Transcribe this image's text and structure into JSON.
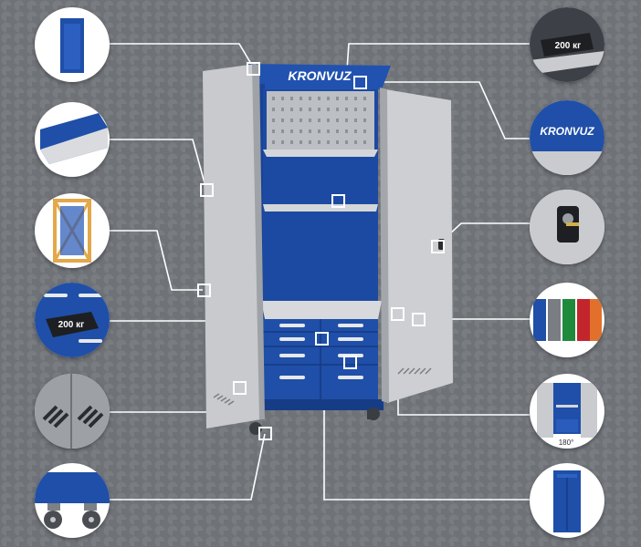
{
  "brand": {
    "name": "KRONVUZ"
  },
  "callouts": {
    "shelf_load": {
      "label": "200 кг"
    },
    "drawer_load": {
      "label": "200 кг"
    },
    "door_angle": {
      "label": "180°"
    }
  },
  "colors": {
    "cabinet_blue": "#1f4fa8",
    "door_gray": "#c9cbce",
    "variants": [
      "#1f4fa8",
      "#7a7d82",
      "#1f8a3c",
      "#c2262c",
      "#e2702a"
    ]
  }
}
